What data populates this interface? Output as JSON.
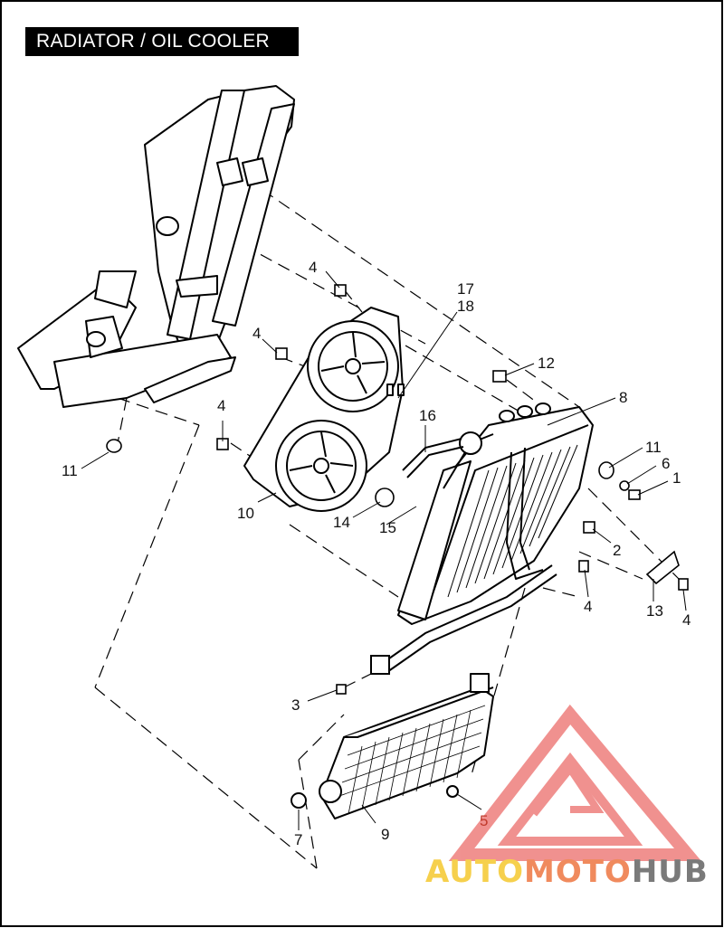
{
  "title": "RADIATOR / OIL COOLER",
  "callouts": {
    "c17": "17",
    "c18": "18",
    "c4a": "4",
    "c4b": "4",
    "c4c": "4",
    "c4d": "4",
    "c4e": "4",
    "c12": "12",
    "c8": "8",
    "c16": "16",
    "c11a": "11",
    "c11b": "11",
    "c6": "6",
    "c1": "1",
    "c10": "10",
    "c14": "14",
    "c15": "15",
    "c2": "2",
    "c13": "13",
    "c3": "3",
    "c7": "7",
    "c9": "9",
    "c5": "5"
  },
  "watermark": {
    "auto": "AUTO",
    "moto": "MOTO",
    "hub": "HUB"
  },
  "colors": {
    "title_bg": "#000000",
    "logo_red": "#e53935",
    "auto_yellow": "#f6d04d",
    "moto_orange": "#f08a5d",
    "hub_gray": "#7a7a7a"
  }
}
